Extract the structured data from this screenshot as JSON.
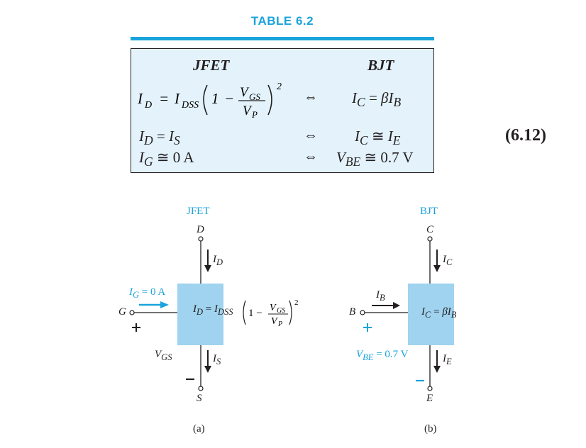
{
  "table": {
    "caption": "TABLE 6.2",
    "headers": {
      "jfet": "JFET",
      "bjt": "BJT"
    },
    "rows": [
      {
        "jfet": "I_D = I_DSS(1 − V_GS/V_P)^2",
        "relation": "⇔",
        "bjt": "I_C = βI_B"
      },
      {
        "jfet": "I_D = I_S",
        "relation": "⇔",
        "bjt": "I_C ≅ I_E"
      },
      {
        "jfet": "I_G ≅ 0 A",
        "relation": "⇔",
        "bjt": "V_BE ≅ 0.7 V"
      }
    ],
    "equation_number": "(6.12)"
  },
  "figure_a": {
    "title": "JFET",
    "drain": "D",
    "source": "S",
    "gate": "G",
    "drain_current": "I_D",
    "source_current": "I_S",
    "gate_current": "I_G = 0 A",
    "box_equation": "I_D = I_DSS(1 − V_GS/V_P)^2",
    "vgs_label": "V_GS",
    "plus": "+",
    "minus": "−",
    "caption": "(a)"
  },
  "figure_b": {
    "title": "BJT",
    "collector": "C",
    "emitter": "E",
    "base": "B",
    "collector_current": "I_C",
    "emitter_current": "I_E",
    "base_current": "I_B",
    "box_equation": "I_C = βI_B",
    "vbe_label": "V_BE = 0.7 V",
    "plus": "+",
    "minus": "−",
    "caption": "(b)"
  },
  "colors": {
    "accent": "#1aa3dc",
    "box_fill": "#e3f2fb",
    "device_fill": "#9fd3ef",
    "ink": "#231f20"
  }
}
